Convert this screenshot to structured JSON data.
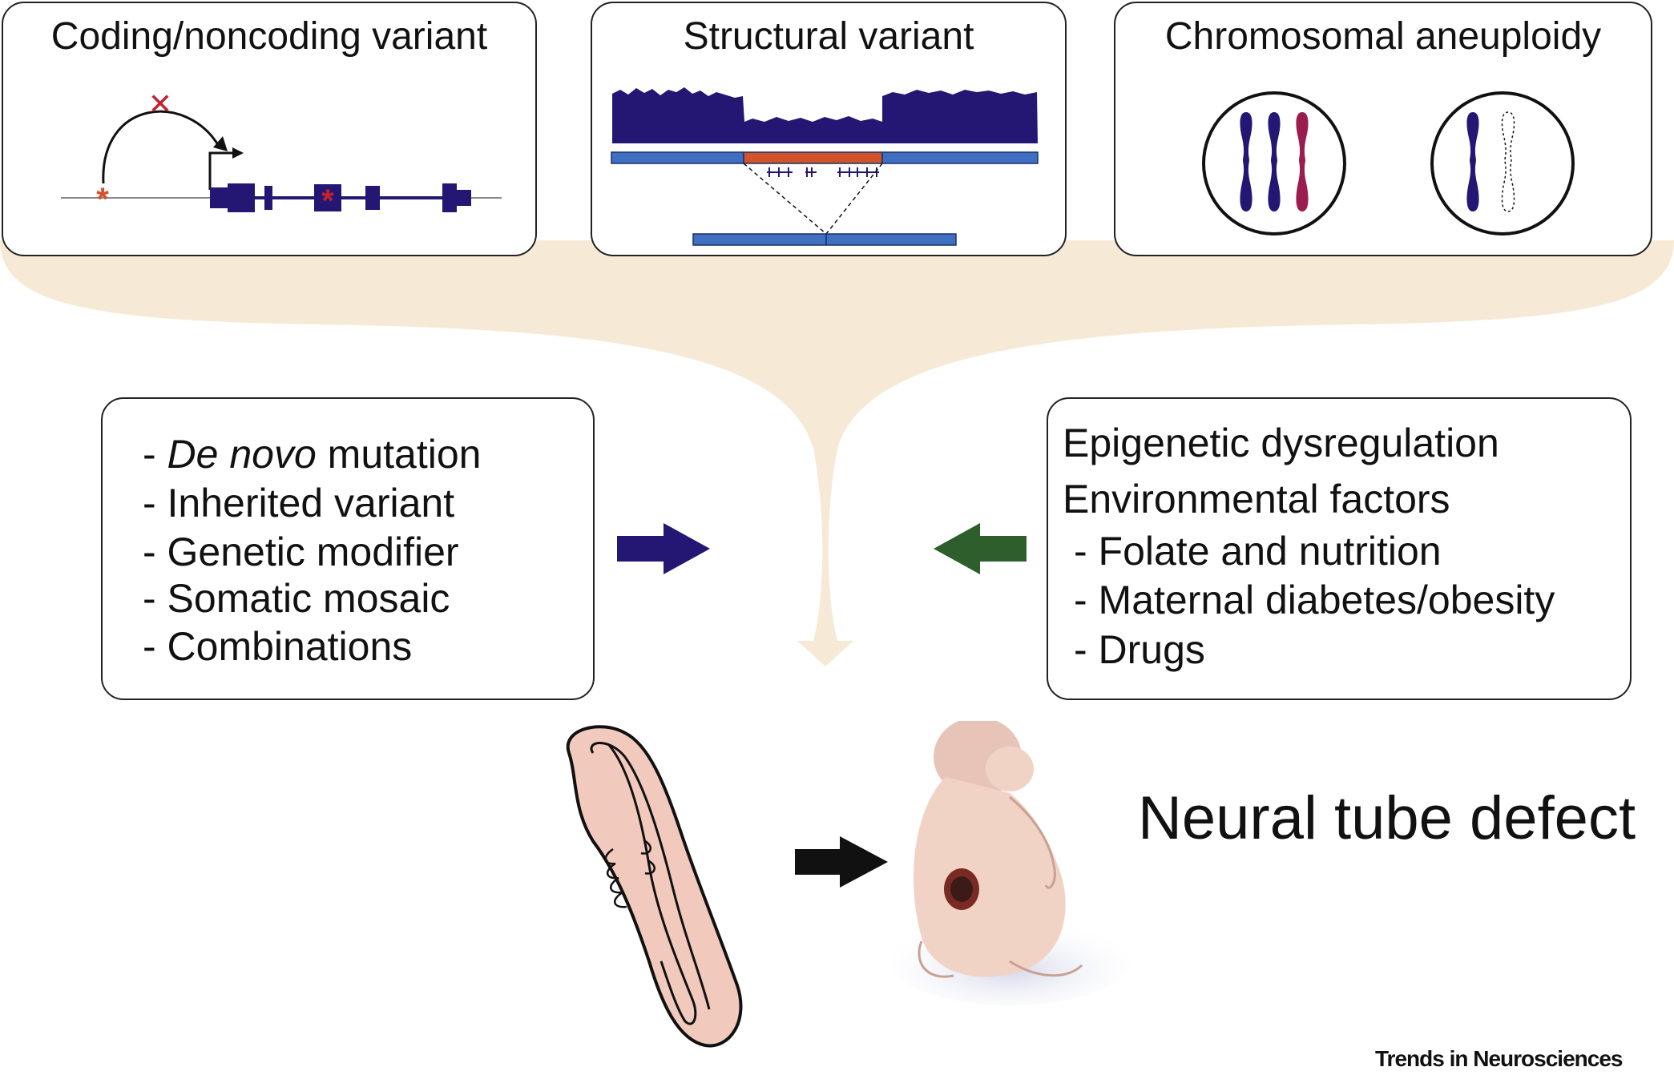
{
  "panels": {
    "coding": {
      "title": "Coding/noncoding variant"
    },
    "structural": {
      "title": "Structural variant"
    },
    "aneuploidy": {
      "title": "Chromosomal aneuploidy"
    }
  },
  "left_box": {
    "items": [
      {
        "prefix": "- ",
        "italic": "De novo",
        "rest": " mutation"
      },
      {
        "text": "- Inherited variant"
      },
      {
        "text": "- Genetic modifier"
      },
      {
        "text": "- Somatic mosaic"
      },
      {
        "text": "- Combinations"
      }
    ]
  },
  "right_box": {
    "heading1": "Epigenetic dysregulation",
    "heading2": "Environmental factors",
    "items": [
      "- Folate and nutrition",
      "- Maternal diabetes/obesity",
      "- Drugs"
    ]
  },
  "outcome": {
    "title": "Neural tube defect"
  },
  "footer": {
    "credit": "Trends in Neurosciences"
  },
  "colors": {
    "navy": "#241773",
    "funnel": "#f6ead6",
    "orange": "#d0532a",
    "blue_bar": "#3f6fc0",
    "red_mark": "#c4202f",
    "magenta": "#9a1d4e",
    "green_arrow": "#2e5e2b",
    "skin": "#f2c9bd",
    "baby": "#f1d3c6"
  },
  "icons": {
    "left_arrow": "arrow-right-navy-icon",
    "right_arrow": "arrow-left-green-icon",
    "bottom_arrow": "arrow-right-black-icon",
    "embryo": "neural-tube-embryo-icon",
    "baby": "spina-bifida-infant-icon"
  }
}
